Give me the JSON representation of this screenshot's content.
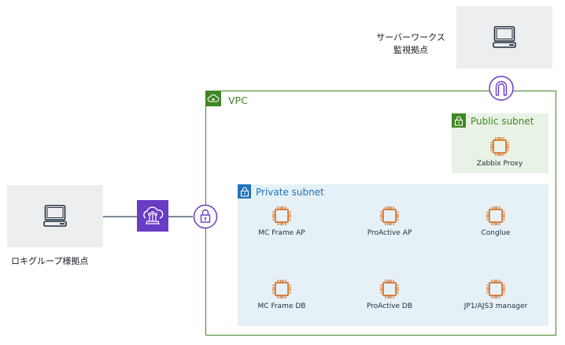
{
  "sites": {
    "monitoring": {
      "label_line1": "サーバーワークス",
      "label_line2": "監視拠点",
      "icon": "client-computer-icon"
    },
    "log_group": {
      "label": "ロキグループ様拠点",
      "icon": "client-computer-icon"
    }
  },
  "connectors": {
    "vpn_gateway_icon": "site-to-site-vpn-icon",
    "vgw_icon": "virtual-private-gateway-icon",
    "igw_icon": "internet-gateway-icon"
  },
  "vpc": {
    "title": "VPC",
    "icon": "vpc-cloud-icon"
  },
  "public_subnet": {
    "title": "Public subnet",
    "icon": "lock-icon",
    "nodes": [
      {
        "label": "Zabbix Proxy",
        "icon": "ec2-instance-icon"
      }
    ]
  },
  "private_subnet": {
    "title": "Private subnet",
    "icon": "lock-icon",
    "nodes": [
      {
        "label": "MC Frame AP",
        "icon": "ec2-instance-icon"
      },
      {
        "label": "ProActive AP",
        "icon": "ec2-instance-icon"
      },
      {
        "label": "Conglue",
        "icon": "ec2-instance-icon"
      },
      {
        "label": "MC Frame DB",
        "icon": "ec2-instance-icon"
      },
      {
        "label": "ProActive DB",
        "icon": "ec2-instance-icon"
      },
      {
        "label": "JP1/AJS3 manager",
        "icon": "ec2-instance-icon"
      }
    ]
  },
  "colors": {
    "vpc_green": "#3f8624",
    "private_blue": "#1f73b7",
    "ec2_orange": "#d86613",
    "network_purple": "#693cc5",
    "site_gray": "#eceef0"
  }
}
